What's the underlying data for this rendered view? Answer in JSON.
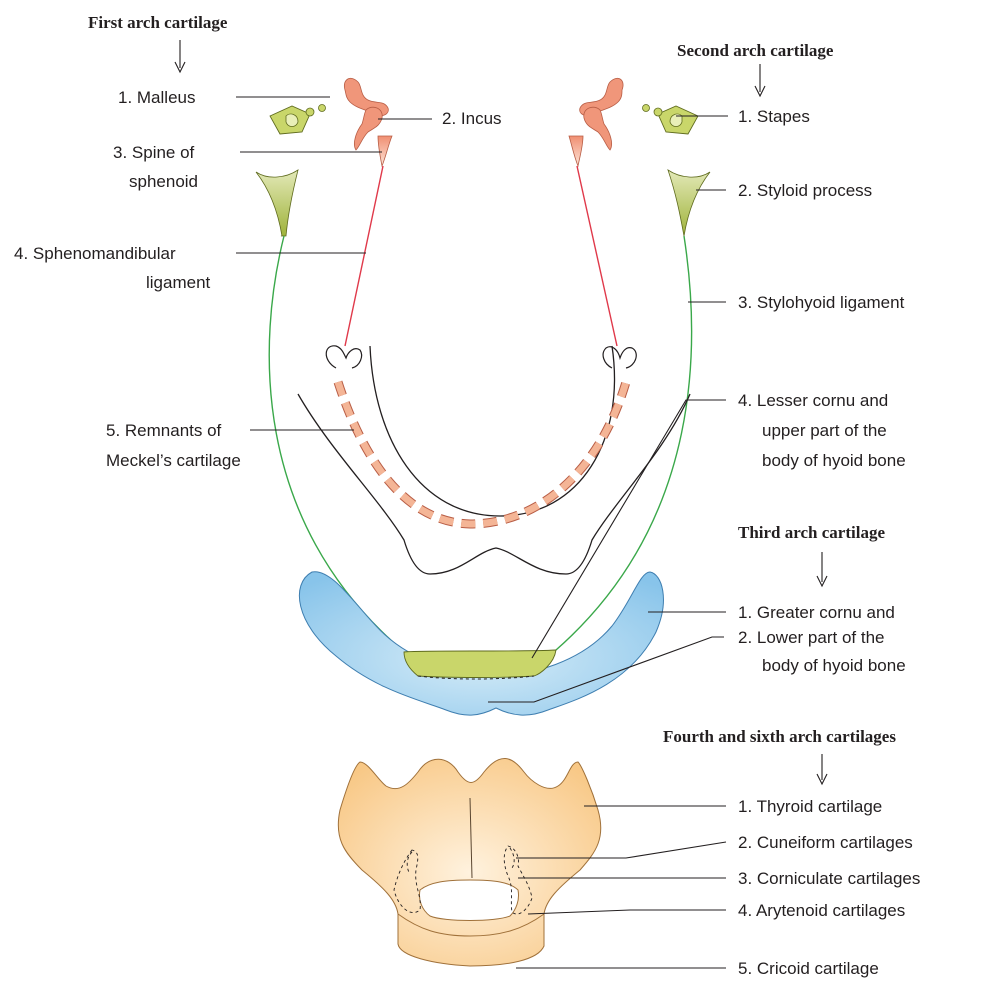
{
  "headers": {
    "first": "First arch cartilage",
    "second": "Second arch cartilage",
    "third": "Third arch cartilage",
    "fourth": "Fourth and sixth arch cartilages"
  },
  "first_arch": {
    "malleus": "1. Malleus",
    "incus": "2. Incus",
    "spine_l1": "3. Spine of",
    "spine_l2": "sphenoid",
    "spheno_l1": "4. Sphenomandibular",
    "spheno_l2": "ligament",
    "meckel_l1": "5. Remnants of",
    "meckel_l2": "Meckel’s cartilage"
  },
  "second_arch": {
    "stapes": "1. Stapes",
    "styloid": "2. Styloid process",
    "stylohyoid": "3. Stylohyoid ligament",
    "lesser_l1": "4. Lesser cornu and",
    "lesser_l2": "upper part of the",
    "lesser_l3": "body of hyoid bone"
  },
  "third_arch": {
    "greater": "1. Greater cornu and",
    "lower_l1": "2. Lower part of the",
    "lower_l2": "body of hyoid bone"
  },
  "fourth_arch": {
    "thyroid": "1. Thyroid cartilage",
    "cuneiform": "2. Cuneiform cartilages",
    "corniculate": "3. Corniculate cartilages",
    "arytenoid": "4. Arytenoid cartilages",
    "cricoid": "5. Cricoid cartilage"
  },
  "colors": {
    "first_arch": "#f0967a",
    "second_arch": "#c9d66a",
    "third_arch": "#a9d6f0",
    "fourth_arch": "#fbd6a0",
    "ligament_red": "#e0394a",
    "ligament_green": "#3aa84a"
  }
}
